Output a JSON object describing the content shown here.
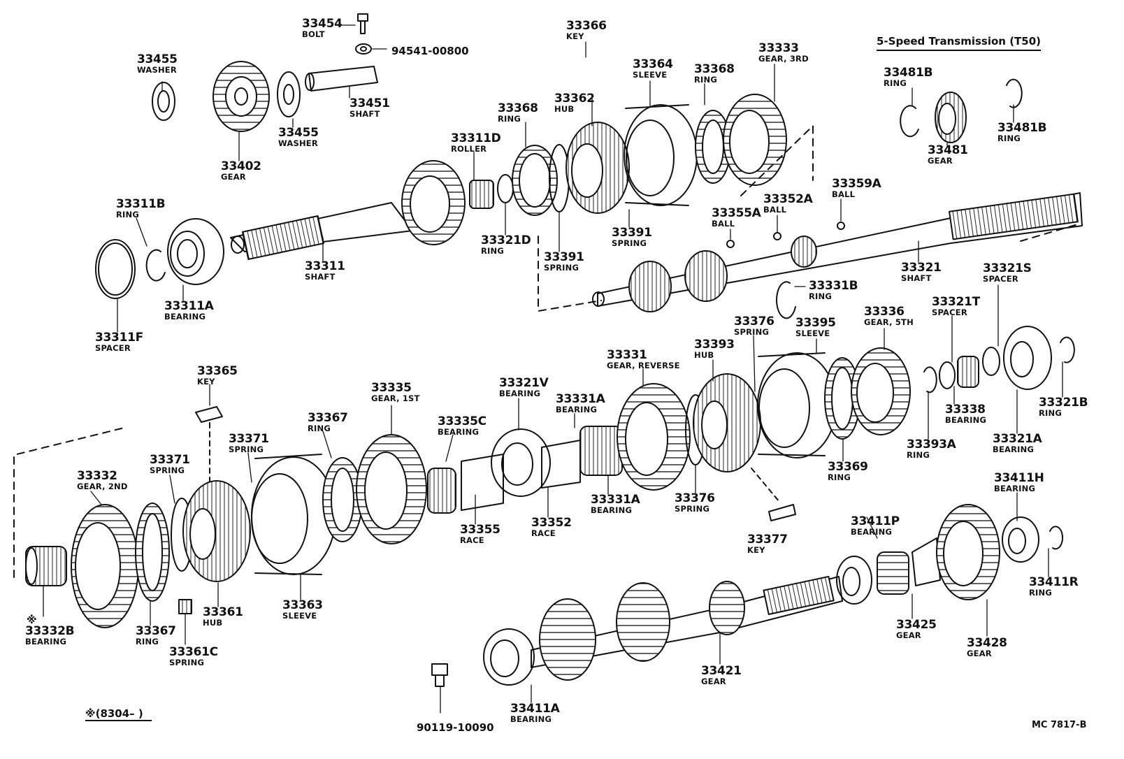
{
  "title": "5-Speed Transmission (T50)",
  "footer": {
    "range": "※(8304–       )",
    "code": "MC 7817-B"
  },
  "parts": [
    {
      "id": "p33454",
      "num": "33454",
      "desc": "BOLT"
    },
    {
      "id": "p94541",
      "num": "94541-00800",
      "desc": ""
    },
    {
      "id": "p33455a",
      "num": "33455",
      "desc": "WASHER"
    },
    {
      "id": "p33455b",
      "num": "33455",
      "desc": "WASHER"
    },
    {
      "id": "p33451",
      "num": "33451",
      "desc": "SHAFT"
    },
    {
      "id": "p33402",
      "num": "33402",
      "desc": "GEAR"
    },
    {
      "id": "p33366",
      "num": "33366",
      "desc": "KEY"
    },
    {
      "id": "p33364",
      "num": "33364",
      "desc": "SLEEVE"
    },
    {
      "id": "p33368a",
      "num": "33368",
      "desc": "RING"
    },
    {
      "id": "p33333",
      "num": "33333",
      "desc": "GEAR, 3RD"
    },
    {
      "id": "p33368b",
      "num": "33368",
      "desc": "RING"
    },
    {
      "id": "p33362",
      "num": "33362",
      "desc": "HUB"
    },
    {
      "id": "p33311D",
      "num": "33311D",
      "desc": "ROLLER"
    },
    {
      "id": "p33481B_a",
      "num": "33481B",
      "desc": "RING"
    },
    {
      "id": "p33481",
      "num": "33481",
      "desc": "GEAR"
    },
    {
      "id": "p33481B_b",
      "num": "33481B",
      "desc": "RING"
    },
    {
      "id": "p33311B",
      "num": "33311B",
      "desc": "RING"
    },
    {
      "id": "p33311",
      "num": "33311",
      "desc": "SHAFT"
    },
    {
      "id": "p33311A",
      "num": "33311A",
      "desc": "BEARING"
    },
    {
      "id": "p33311F",
      "num": "33311F",
      "desc": "SPACER"
    },
    {
      "id": "p33321D",
      "num": "33321D",
      "desc": "RING"
    },
    {
      "id": "p33391a",
      "num": "33391",
      "desc": "SPRING"
    },
    {
      "id": "p33391b",
      "num": "33391",
      "desc": "SPRING"
    },
    {
      "id": "p33359A",
      "num": "33359A",
      "desc": "BALL"
    },
    {
      "id": "p33352A",
      "num": "33352A",
      "desc": "BALL"
    },
    {
      "id": "p33355A",
      "num": "33355A",
      "desc": "BALL"
    },
    {
      "id": "p33321",
      "num": "33321",
      "desc": "SHAFT"
    },
    {
      "id": "p33331B",
      "num": "33331B",
      "desc": "RING"
    },
    {
      "id": "p33365",
      "num": "33365",
      "desc": "KEY"
    },
    {
      "id": "p33335",
      "num": "33335",
      "desc": "GEAR, 1ST"
    },
    {
      "id": "p33321V",
      "num": "33321V",
      "desc": "BEARING"
    },
    {
      "id": "p33376a",
      "num": "33376",
      "desc": "SPRING"
    },
    {
      "id": "p33395",
      "num": "33395",
      "desc": "SLEEVE"
    },
    {
      "id": "p33336",
      "num": "33336",
      "desc": "GEAR, 5TH"
    },
    {
      "id": "p33321S",
      "num": "33321S",
      "desc": "SPACER"
    },
    {
      "id": "p33321T",
      "num": "33321T",
      "desc": "SPACER"
    },
    {
      "id": "p33331",
      "num": "33331",
      "desc": "GEAR, REVERSE"
    },
    {
      "id": "p33393",
      "num": "33393",
      "desc": "HUB"
    },
    {
      "id": "p33367a",
      "num": "33367",
      "desc": "RING"
    },
    {
      "id": "p33371a",
      "num": "33371",
      "desc": "SPRING"
    },
    {
      "id": "p33335C",
      "num": "33335C",
      "desc": "BEARING"
    },
    {
      "id": "p33331A_a",
      "num": "33331A",
      "desc": "BEARING"
    },
    {
      "id": "p33338",
      "num": "33338",
      "desc": "BEARING"
    },
    {
      "id": "p33321B",
      "num": "33321B",
      "desc": "RING"
    },
    {
      "id": "p33393A",
      "num": "33393A",
      "desc": "RING"
    },
    {
      "id": "p33321A",
      "num": "33321A",
      "desc": "BEARING"
    },
    {
      "id": "p33332",
      "num": "33332",
      "desc": "GEAR, 2ND"
    },
    {
      "id": "p33371b",
      "num": "33371",
      "desc": "SPRING"
    },
    {
      "id": "p33369",
      "num": "33369",
      "desc": "RING"
    },
    {
      "id": "p33411H",
      "num": "33411H",
      "desc": "BEARING"
    },
    {
      "id": "p33331A_b",
      "num": "33331A",
      "desc": "BEARING"
    },
    {
      "id": "p33376b",
      "num": "33376",
      "desc": "SPRING"
    },
    {
      "id": "p33355",
      "num": "33355",
      "desc": "RACE"
    },
    {
      "id": "p33352",
      "num": "33352",
      "desc": "RACE"
    },
    {
      "id": "p33377",
      "num": "33377",
      "desc": "KEY"
    },
    {
      "id": "p33411P",
      "num": "33411P",
      "desc": "BEARING"
    },
    {
      "id": "p33411R",
      "num": "33411R",
      "desc": "RING"
    },
    {
      "id": "p33363",
      "num": "33363",
      "desc": "SLEEVE"
    },
    {
      "id": "p33361",
      "num": "33361",
      "desc": "HUB"
    },
    {
      "id": "p33367b",
      "num": "33367",
      "desc": "RING"
    },
    {
      "id": "p33332B",
      "num": "33332B",
      "desc": "BEARING"
    },
    {
      "id": "p33361C",
      "num": "33361C",
      "desc": "SPRING"
    },
    {
      "id": "p33425",
      "num": "33425",
      "desc": "GEAR"
    },
    {
      "id": "p33428",
      "num": "33428",
      "desc": "GEAR"
    },
    {
      "id": "p33421",
      "num": "33421",
      "desc": "GEAR"
    },
    {
      "id": "p33411A",
      "num": "33411A",
      "desc": "BEARING"
    },
    {
      "id": "p90119",
      "num": "90119-10090",
      "desc": ""
    }
  ],
  "marks": {
    "asterisk": "※"
  }
}
